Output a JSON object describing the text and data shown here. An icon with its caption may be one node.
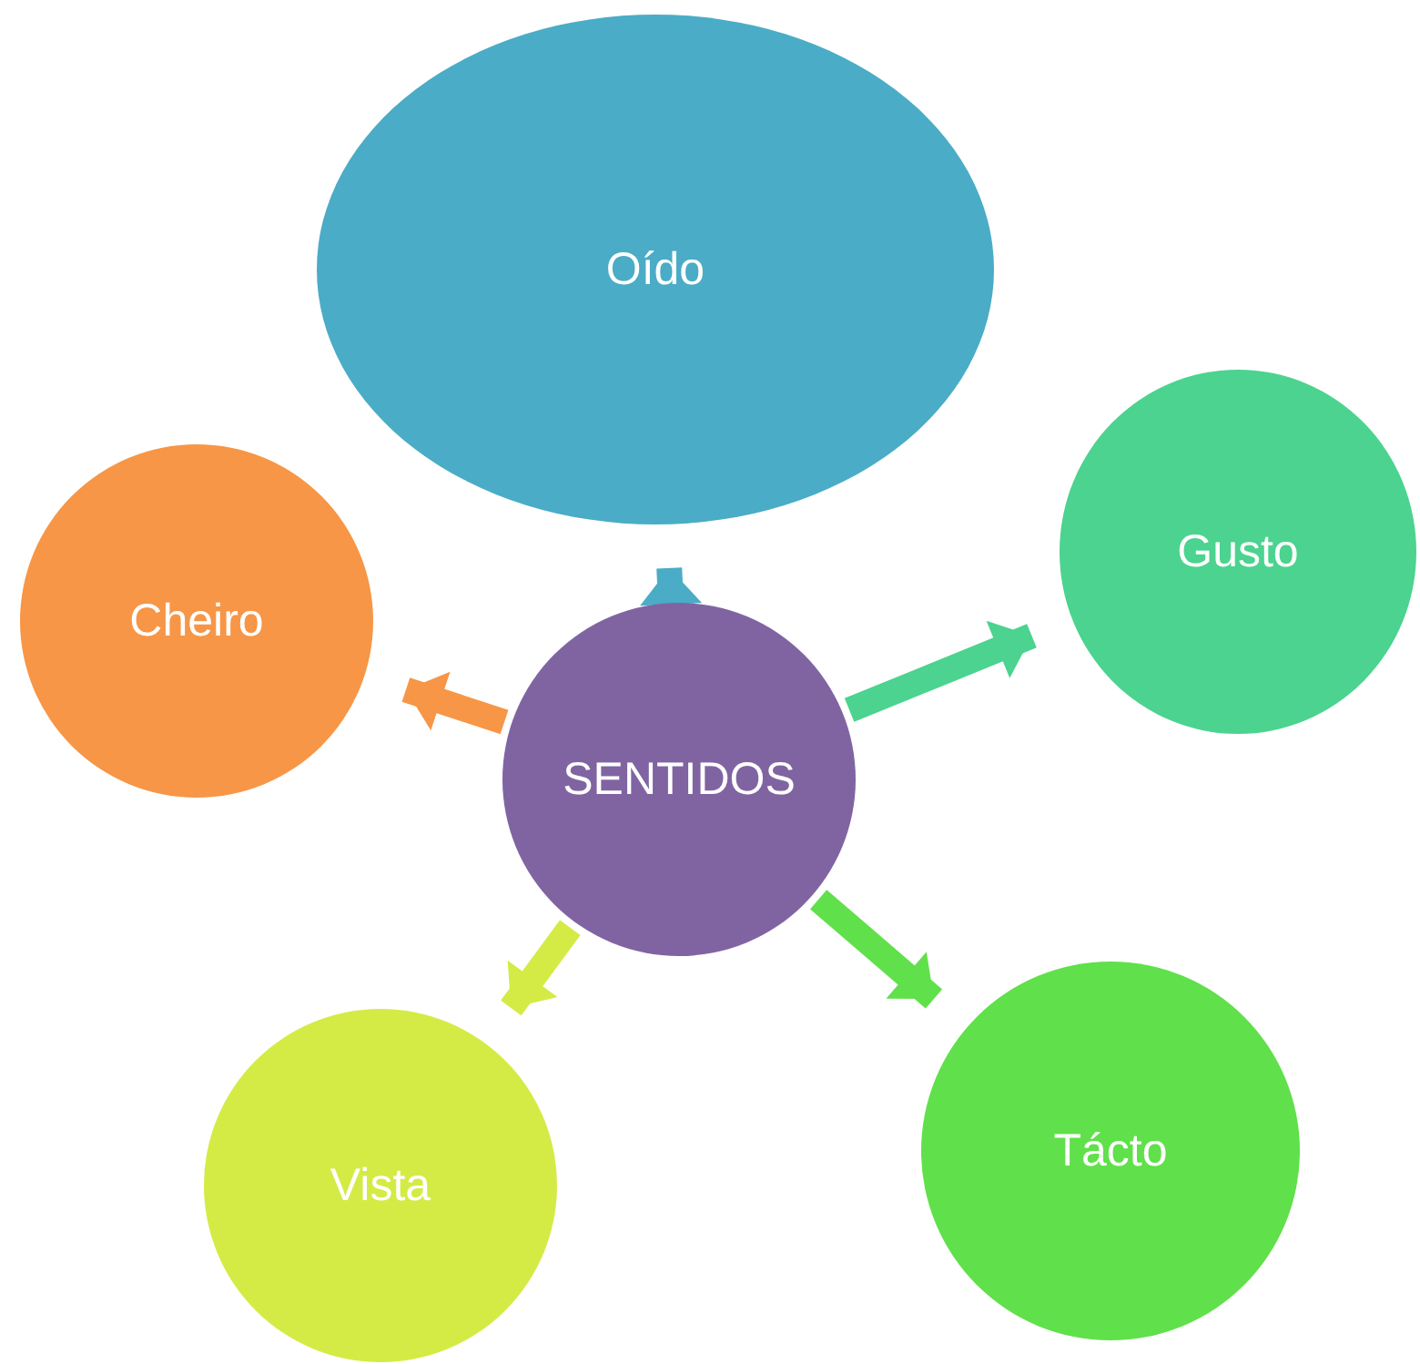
{
  "diagram": {
    "nodes": [
      {
        "text": [
          "SENTIDOS"
        ]
      },
      {
        "text": [
          "Oído"
        ]
      },
      {
        "text": [
          "Gusto"
        ]
      },
      {
        "text": [
          "Cheiro"
        ]
      },
      {
        "text": [
          "Vista"
        ]
      },
      {
        "text": [
          "Tácto"
        ]
      }
    ],
    "edges": [
      {
        "from": 0,
        "to": 1,
        "arrow": "to",
        "color": "#4aacc6"
      },
      {
        "from": 0,
        "to": 2,
        "arrow": "to",
        "color": "#4bd38f"
      },
      {
        "from": 0,
        "to": 5,
        "arrow": "to",
        "color": "#60e04a"
      },
      {
        "from": 0,
        "to": 4,
        "arrow": "to",
        "color": "#d4eb45"
      },
      {
        "from": 0,
        "to": 3,
        "arrow": "to",
        "color": "#f79646"
      }
    ]
  }
}
